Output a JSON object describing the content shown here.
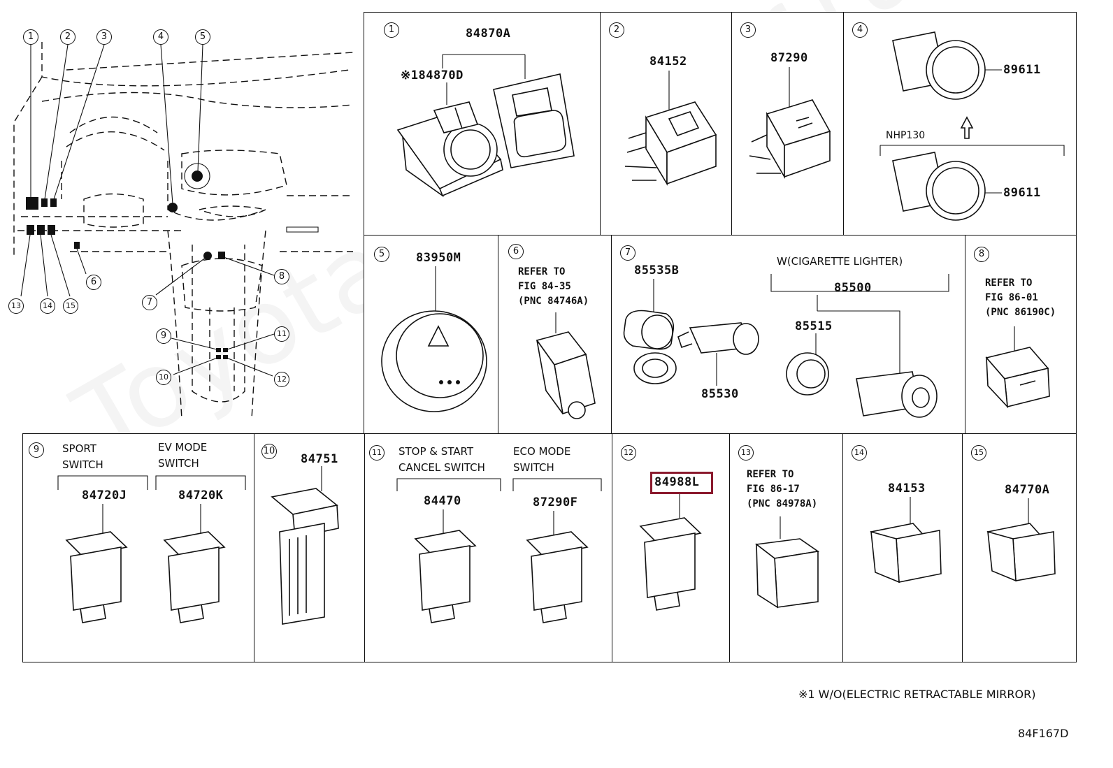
{
  "watermark": "ToyotaCarMiner.ru",
  "overview_callouts": [
    "1",
    "2",
    "3",
    "4",
    "5",
    "6",
    "7",
    "8",
    "9",
    "10",
    "11",
    "12",
    "13",
    "14",
    "15"
  ],
  "cells": {
    "c1": {
      "num": "1",
      "pn_main": "84870A",
      "pn_sub": "※184870D"
    },
    "c2": {
      "num": "2",
      "pn": "84152"
    },
    "c3": {
      "num": "3",
      "pn": "87290"
    },
    "c4": {
      "num": "4",
      "pn_top": "89611",
      "pn_bottom": "89611",
      "variant": "NHP130"
    },
    "c5": {
      "num": "5",
      "pn": "83950M"
    },
    "c6": {
      "num": "6",
      "ref": "REFER TO\nFIG 84-35\n(PNC 84746A)"
    },
    "c7": {
      "num": "7",
      "pn_a": "85535B",
      "pn_b": "85530",
      "group_label": "W(CIGARETTE LIGHTER)",
      "pn_c": "85500",
      "pn_d": "85515"
    },
    "c8": {
      "num": "8",
      "ref": "REFER TO\nFIG 86-01\n(PNC 86190C)"
    },
    "c9": {
      "num": "9",
      "label_a": "SPORT\nSWITCH",
      "label_b": "EV MODE\nSWITCH",
      "pn_a": "84720J",
      "pn_b": "84720K"
    },
    "c10": {
      "num": "10",
      "pn": "84751"
    },
    "c11": {
      "num": "11",
      "label_a": "STOP & START\nCANCEL SWITCH",
      "label_b": "ECO MODE\nSWITCH",
      "pn_a": "84470",
      "pn_b": "87290F"
    },
    "c12": {
      "num": "12",
      "pn": "84988L"
    },
    "c13": {
      "num": "13",
      "ref": "REFER TO\nFIG 86-17\n(PNC 84978A)"
    },
    "c14": {
      "num": "14",
      "pn": "84153"
    },
    "c15": {
      "num": "15",
      "pn": "84770A"
    }
  },
  "footnote": "※1 W/O(ELECTRIC RETRACTABLE MIRROR)",
  "figure_code": "84F167D",
  "highlight_color": "#8b1a2e"
}
